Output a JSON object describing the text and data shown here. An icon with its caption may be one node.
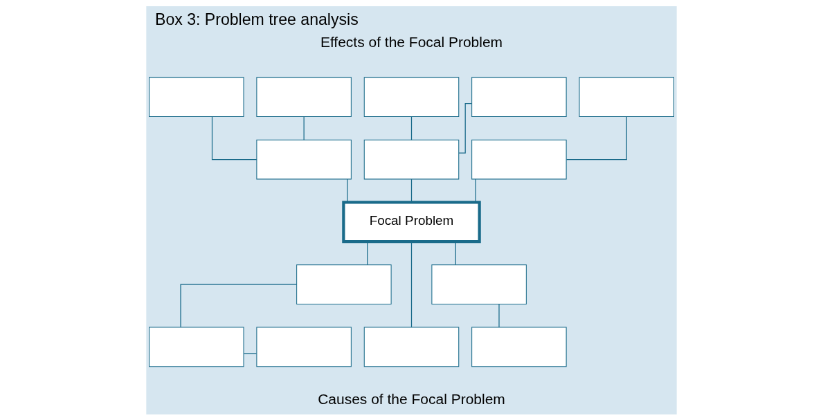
{
  "diagram": {
    "title": "Box 3: Problem tree analysis",
    "nodes": [
      {
        "text": [],
        "shape": "box"
      },
      {
        "text": [],
        "shape": "box"
      },
      {
        "text": [],
        "shape": "box"
      },
      {
        "text": [],
        "shape": "box"
      },
      {
        "text": [],
        "shape": "box"
      },
      {
        "text": [],
        "shape": "box"
      },
      {
        "text": [],
        "shape": "box"
      },
      {
        "text": [],
        "shape": "box"
      },
      {
        "text": [
          "Focal Problem"
        ]
      },
      {
        "text": [],
        "shape": "box"
      },
      {
        "text": [],
        "shape": "box"
      },
      {
        "text": [],
        "shape": "box"
      },
      {
        "text": [],
        "shape": "box"
      },
      {
        "text": [],
        "shape": "box"
      },
      {
        "text": [],
        "shape": "box"
      }
    ],
    "edges": [
      {
        "from": 0,
        "to": 5,
        "arrow": "none"
      },
      {
        "from": 1,
        "to": 5,
        "arrow": "none"
      },
      {
        "from": 2,
        "to": 6,
        "arrow": "none"
      },
      {
        "from": 3,
        "to": 6,
        "arrow": "none"
      },
      {
        "from": 4,
        "to": 7,
        "arrow": "none"
      },
      {
        "from": 5,
        "to": 8,
        "arrow": "none"
      },
      {
        "from": 6,
        "to": 8,
        "arrow": "none"
      },
      {
        "from": 7,
        "to": 8,
        "arrow": "none"
      },
      {
        "from": 8,
        "to": 9,
        "arrow": "none"
      },
      {
        "from": 8,
        "to": 13,
        "arrow": "none"
      },
      {
        "from": 8,
        "to": 10,
        "arrow": "none"
      },
      {
        "from": 9,
        "to": 11,
        "arrow": "none"
      },
      {
        "from": 11,
        "to": 12,
        "arrow": "none"
      },
      {
        "from": 10,
        "to": 14,
        "arrow": "none"
      }
    ],
    "labels": [
      "Effects of the Focal Problem",
      "Causes of the Focal Problem"
    ]
  }
}
